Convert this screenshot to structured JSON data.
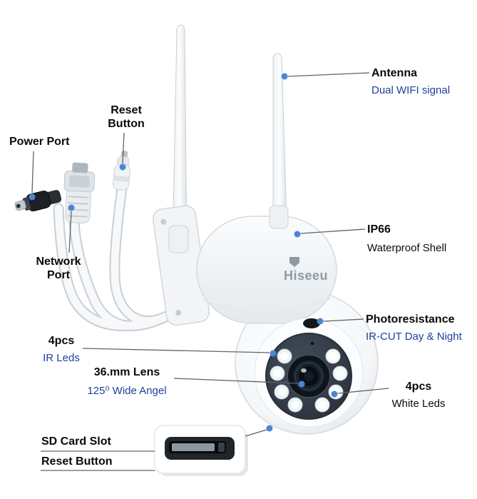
{
  "brand": "Hiseeu",
  "callouts": {
    "antenna": {
      "title": "Antenna",
      "subtitle": "Dual WIFI signal"
    },
    "reset_button_top": {
      "line1": "Reset",
      "line2": "Button"
    },
    "power_port": {
      "title": "Power Port"
    },
    "network_port": {
      "line1": "Network",
      "line2": "Port"
    },
    "ip66": {
      "title": "IP66",
      "subtitle": "Waterproof Shell"
    },
    "photoresistance": {
      "title": "Photoresistance",
      "subtitle": "IR-CUT Day & Night"
    },
    "ir_leds": {
      "title": "4pcs",
      "subtitle": "IR Leds"
    },
    "lens": {
      "title": "36.mm Lens",
      "subtitle": "125⁰ Wide Angel"
    },
    "white_leds": {
      "title": "4pcs",
      "subtitle": "White Leds"
    },
    "sd_card": {
      "line1": "SD Card Slot",
      "line2": "Reset Button"
    }
  },
  "colors": {
    "label_text": "#0a0a0a",
    "label_accent_blue": "#20409a",
    "callout_dot": "#4b86d6",
    "leader_line": "#606468",
    "camera_white": "#ffffff",
    "camera_outline": "#d4dade",
    "face_dark": "#333c47",
    "logo_gray": "#8e9aa4"
  }
}
